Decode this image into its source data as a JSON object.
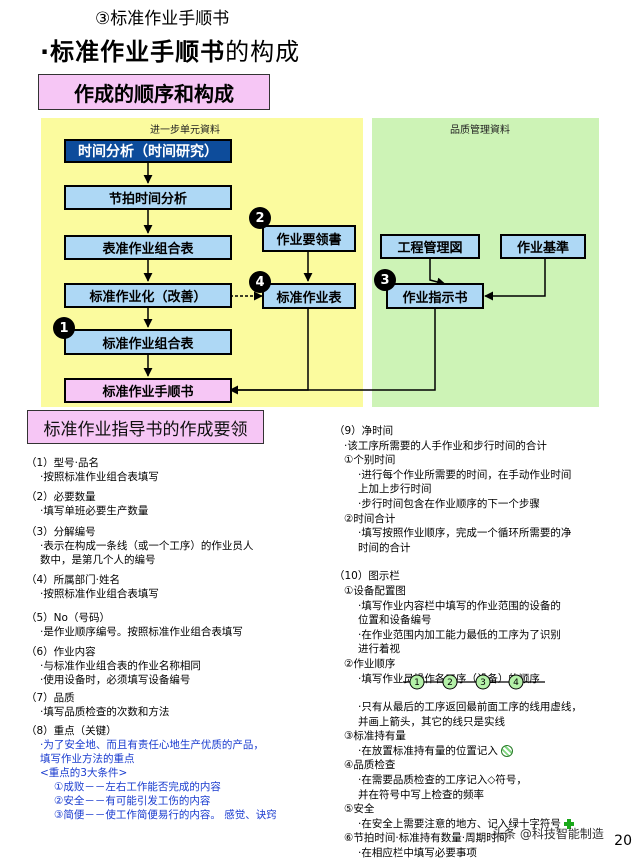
{
  "header": {
    "top_title": "③标准作业手顺书",
    "bullet": "·",
    "main_title_bold": "标准作业手顺书",
    "main_title_rest": "的构成"
  },
  "order_title": "作成的顺序和构成",
  "sections": {
    "left_label": "进一步单元資料",
    "right_label": "品质管理資料"
  },
  "flow": {
    "time_analysis": "时间分析（时间研究）",
    "cycle_time": "节拍时间分析",
    "combo_table": "表准作业组合表",
    "standardize": "标准作业化（改善）",
    "combo_table2": "标准作业组合表",
    "manual": "标准作业手顺书",
    "essentials": "作业要领書",
    "std_table": "标准作业表",
    "process_chart": "工程管理図",
    "work_standard": "作业基準",
    "instruction": "作业指示书"
  },
  "badges": [
    "1",
    "2",
    "3",
    "4"
  ],
  "guide_title": "标准作业指导书的作成要领",
  "left_items": [
    {
      "h": "（1）型号·品名",
      "d": [
        "·按照标准作业组合表填写"
      ]
    },
    {
      "h": "（2）必要数量",
      "d": [
        "·填写单班必要生产数量"
      ]
    },
    {
      "h": "（3）分解编号",
      "d": [
        "·表示在构成一条线（或一个工序）的作业员人",
        "  数中，是第几个人的编号"
      ]
    },
    {
      "h": "（4）所属部门·姓名",
      "d": [
        "·按照标准作业组合表填写"
      ]
    },
    {
      "h": "（5）No（号码）",
      "d": [
        "·是作业顺序编号。按照标准作业组合表填写"
      ]
    },
    {
      "h": "（6）作业内容",
      "d": [
        "·与标准作业组合表的作业名称相同",
        "·使用设备时，必须填写设备编号"
      ]
    },
    {
      "h": "（7）品质",
      "d": [
        "·填写品质检查的次数和方法"
      ]
    }
  ],
  "item8": {
    "h": "（8）重点（关键）",
    "blue": [
      "·为了安全地、而且有责任心地生产优质的产品，",
      "  填写作业方法的重点",
      "<重点的3大条件>",
      "①成败－－左右工作能否完成的内容",
      "②安全－－有可能引发工伤的内容",
      "③简便－－使工作简便易行的内容。  感觉、诀窍"
    ]
  },
  "right_items": [
    "（9）净时间",
    "·该工序所需要的人手作业和步行时间的合计",
    "①个别时间",
    "·进行每个作业所需要的时间，在手动作业时间",
    "  上加上步行时间",
    "·步行时间包含在作业顺序的下一个步骤",
    "②时间合计",
    "·填写按照作业顺序，完成一个循环所需要的净",
    "  时间的合计",
    "",
    "（10）图示栏",
    "①设备配置图",
    "·填写作业内容栏中填写的作业范围的设备的",
    "  位置和设备编号",
    "·在作业范围内加工能力最低的工序为了识别",
    "  进行着视",
    "②作业顺序",
    "·填写作业员操作各工序（设备）的顺序",
    "",
    "·只有从最后的工序返回最前面工序的线用虚线，",
    "  并画上箭头，其它的线只是实线",
    "③标准持有量",
    "·在放置标准持有量的位置记入",
    "④品质检查",
    "·在需要品质检查的工序记入◇符号，",
    "  并在符号中写上检查的频率",
    "⑤安全",
    "·在安全上需要注意的地方、记入绿十字符号",
    "⑥节拍时间·标准持有数量·周期时间",
    "·在相应栏中填写必要事项"
  ],
  "sequence_circles": [
    "1",
    "2",
    "3",
    "4"
  ],
  "watermark": "头条 @科技智能制造",
  "page_number": "20"
}
